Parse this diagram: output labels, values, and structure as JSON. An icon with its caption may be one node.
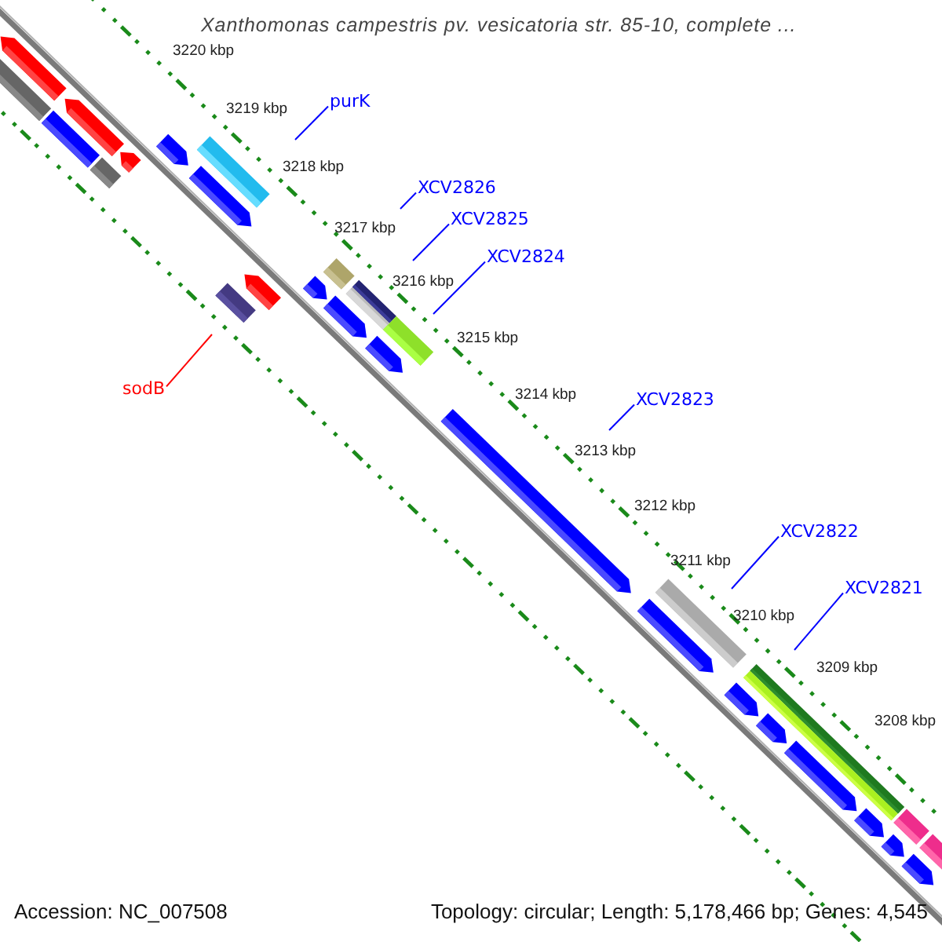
{
  "diagram": {
    "title": "Xanthomonas campestris pv. vesicatoria str. 85-10, complete ...",
    "nodes": [
      {
        "text": [
          "purK"
        ]
      },
      {
        "text": [
          "XCV2826"
        ]
      },
      {
        "text": [
          "XCV2825"
        ]
      },
      {
        "text": [
          "XCV2824"
        ]
      },
      {
        "text": [
          "sodB"
        ]
      },
      {
        "text": [
          "XCV2823"
        ]
      },
      {
        "text": [
          "XCV2822"
        ]
      },
      {
        "text": [
          "XCV2821"
        ]
      }
    ],
    "edges": [
      {
        "from": 0,
        "to": null,
        "arrow": "none"
      },
      {
        "from": 1,
        "to": null,
        "arrow": "none"
      },
      {
        "from": 2,
        "to": null,
        "arrow": "none"
      },
      {
        "from": 3,
        "to": null,
        "arrow": "none"
      },
      {
        "from": 4,
        "to": null,
        "arrow": "none",
        "color": "#ff0000"
      },
      {
        "from": 5,
        "to": null,
        "arrow": "none"
      },
      {
        "from": 6,
        "to": null,
        "arrow": "none"
      },
      {
        "from": 7,
        "to": null,
        "arrow": "none"
      }
    ],
    "labels": [
      "3220 kbp",
      "3219 kbp",
      "3218 kbp",
      "3217 kbp",
      "3216 kbp",
      "3215 kbp",
      "3214 kbp",
      "3213 kbp",
      "3212 kbp",
      "3211 kbp",
      "3210 kbp",
      "3209 kbp",
      "3208 kbp",
      "Accession: NC_007508",
      "Topology: circular; Length: 5,178,466 bp; Genes: 4,545"
    ]
  }
}
